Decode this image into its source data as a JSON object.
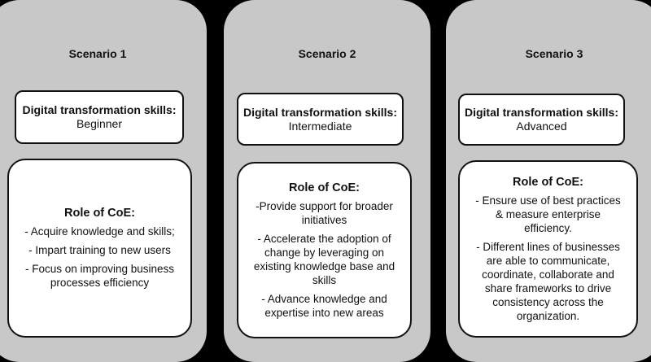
{
  "colors": {
    "background": "#000000",
    "panel": "#c8c8c8",
    "box": "#ffffff",
    "border": "#111111"
  },
  "scenarios": [
    {
      "title": "Scenario 1",
      "skills_label": "Digital transformation skills:",
      "skills_level": "Beginner",
      "role_title": "Role of CoE:",
      "role_items": [
        "- Acquire knowledge and skills;",
        "- Impart training to new users",
        "- Focus on improving business processes efficiency"
      ]
    },
    {
      "title": "Scenario 2",
      "skills_label": "Digital transformation skills:",
      "skills_level": "Intermediate",
      "role_title": "Role of CoE:",
      "role_items": [
        "-Provide support for broader initiatives",
        "- Accelerate the adoption of change by leveraging on existing knowledge base and skills",
        "- Advance knowledge and expertise into new areas"
      ]
    },
    {
      "title": "Scenario 3",
      "skills_label": "Digital transformation skills:",
      "skills_level": "Advanced",
      "role_title": "Role of CoE:",
      "role_items": [
        "- Ensure use of best practices & measure enterprise efficiency.",
        "- Different lines of businesses are able to communicate, coordinate, collaborate and share frameworks to drive consistency across the organization."
      ]
    }
  ]
}
